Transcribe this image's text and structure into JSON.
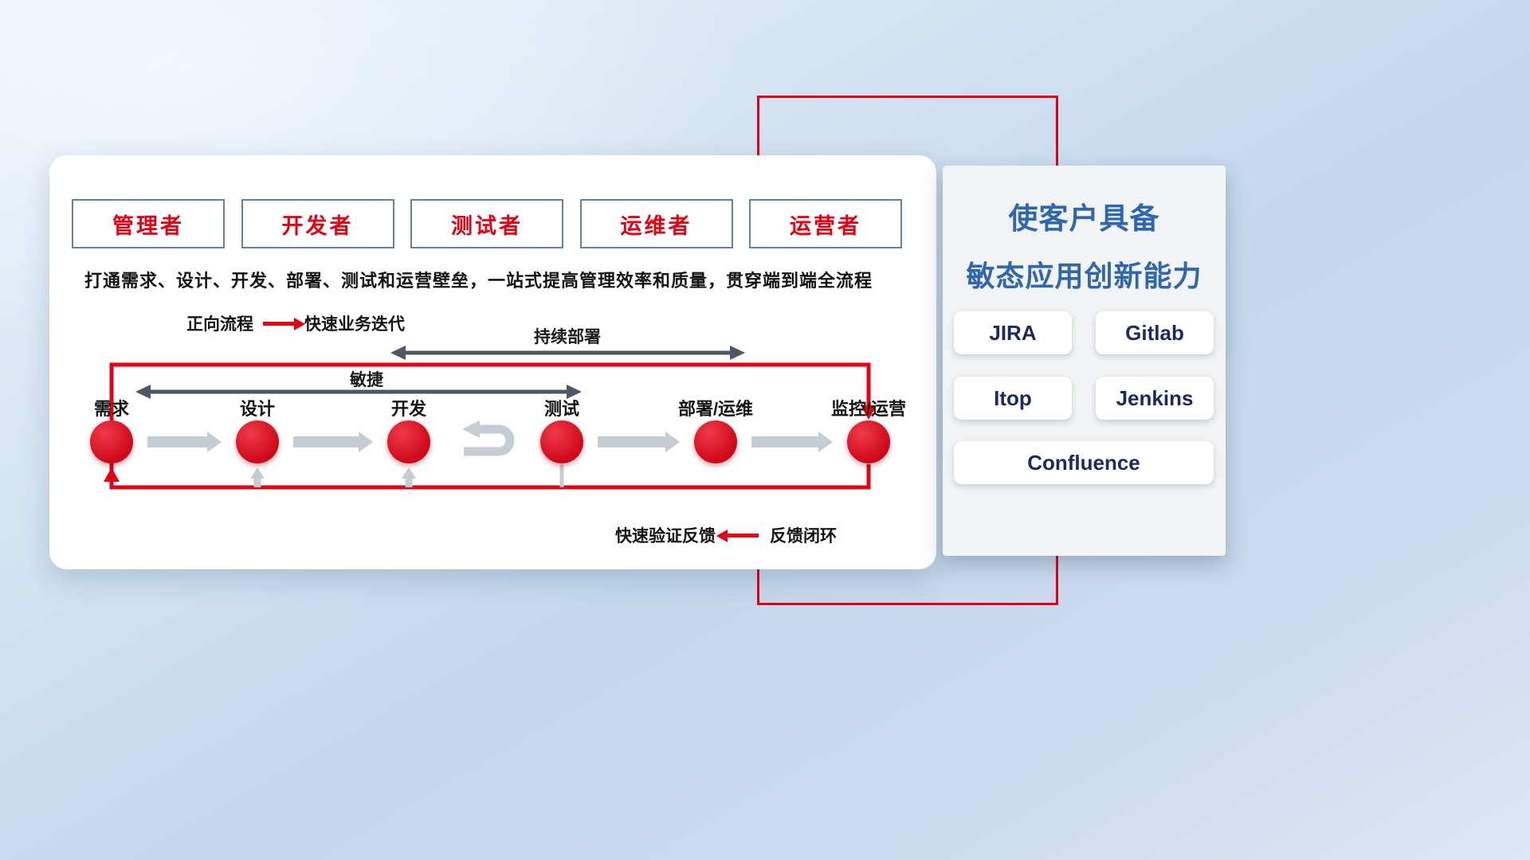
{
  "main": {
    "personas": [
      "管理者",
      "开发者",
      "测试者",
      "运维者",
      "运营者"
    ],
    "headline": "打通需求、设计、开发、部署、测试和运营壁垒，一站式提高管理效率和质量，贯穿端到端全流程",
    "legend_forward": {
      "label": "正向流程",
      "desc": "快速业务迭代"
    },
    "flow": {
      "deploy_label": "持续部署",
      "agile_label": "敏捷",
      "nodes": [
        "需求",
        "设计",
        "开发",
        "测试",
        "部署/运维",
        "监控/运营"
      ]
    },
    "legend_feedback": {
      "desc": "快速验证反馈",
      "label": "反馈闭环"
    }
  },
  "right_panel": {
    "title_line1": "使客户具备",
    "title_line2": "敏态应用创新能力",
    "tools": [
      "JIRA",
      "Gitlab",
      "Itop",
      "Jenkins",
      "Confluence"
    ]
  },
  "colors": {
    "accent_red": "#e60012",
    "title_blue": "#2e66b0",
    "dark_arrow": "#4d5866",
    "light_arrow": "#c6ccd3"
  }
}
